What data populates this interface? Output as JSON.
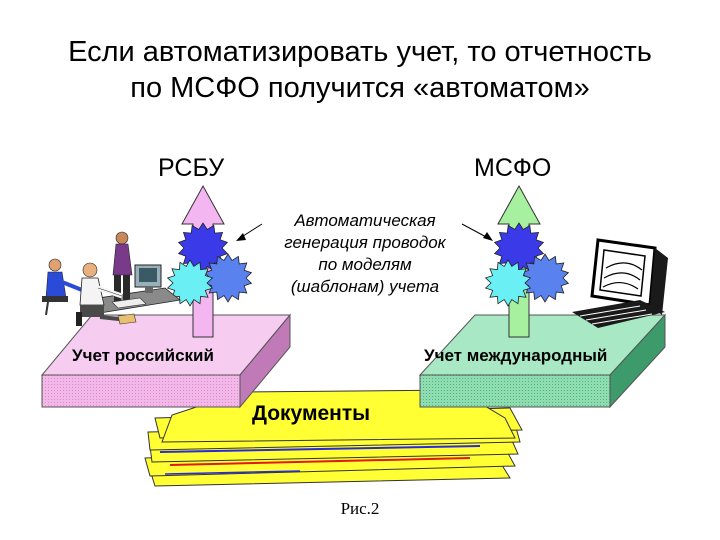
{
  "title": {
    "line1": "Если автоматизировать учет, то отчетность",
    "line2": "по МСФО получится «автоматом»"
  },
  "left_label": "РСБУ",
  "right_label": "МСФО",
  "note": {
    "line1": "Автоматическая",
    "line2": "генерация проводок",
    "line3": "по моделям",
    "line4": "(шаблонам) учета"
  },
  "blocks": {
    "russian": "Учет российский",
    "international": "Учет международный",
    "documents": "Документы"
  },
  "caption": "Рис.2",
  "colors": {
    "left_block": "#f2b8e8",
    "right_block": "#8fdcb0",
    "documents": "#ffff33",
    "arrow_left": "#f4b6f0",
    "arrow_right": "#a6f0a0",
    "star_blue": "#3a3ae8",
    "star_cyan": "#6af0f4",
    "star_mid": "#5a82ee"
  }
}
